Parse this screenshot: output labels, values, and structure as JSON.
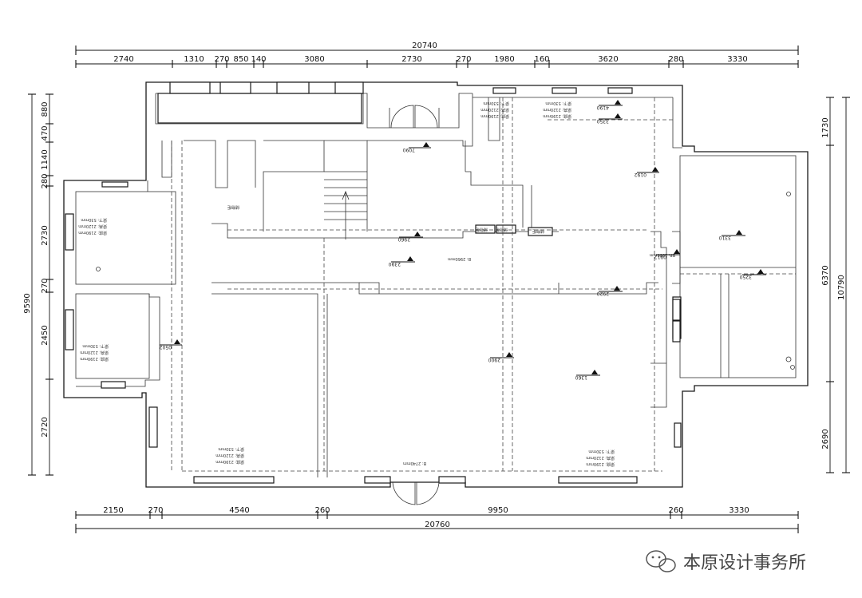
{
  "dimensions": {
    "top_total": "20740",
    "top_segments": [
      "2740",
      "1310",
      "270",
      "850",
      "140",
      "3080",
      "2730",
      "270",
      "1980",
      "160",
      "3620",
      "280",
      "3330"
    ],
    "bottom_total": "20760",
    "bottom_segments": [
      "2150",
      "270",
      "4540",
      "260",
      "9950",
      "260",
      "3330"
    ],
    "left_total": "9590",
    "left_segments": [
      "880",
      "470",
      "1140",
      "280",
      "2730",
      "270",
      "2450",
      "2720"
    ],
    "right_total": "10790",
    "right_segments": [
      "1730",
      "6370",
      "2690"
    ]
  },
  "levels": [
    "7090",
    "2960",
    "2390",
    "0502",
    "2900",
    "1360",
    "2920",
    "0192",
    "3310",
    "3250",
    "0912",
    "4190",
    "3350"
  ],
  "labels": {
    "cabinet_1": "储物柜",
    "cabinet_2": "储物柜",
    "cabinet_3": "储物柜",
    "cabinet_side": "储物柜",
    "note_a": "梁下: 530mm",
    "note_b": "梁高: 2120mm",
    "note_c": "梁底: 2190mm",
    "ceiling_1": "B: 2960mm",
    "ceiling_2": "B: 2740mm",
    "ceiling_3": "BP: 1880mm"
  },
  "watermark": {
    "text": "本原设计事务所",
    "icon": "wechat-icon"
  }
}
